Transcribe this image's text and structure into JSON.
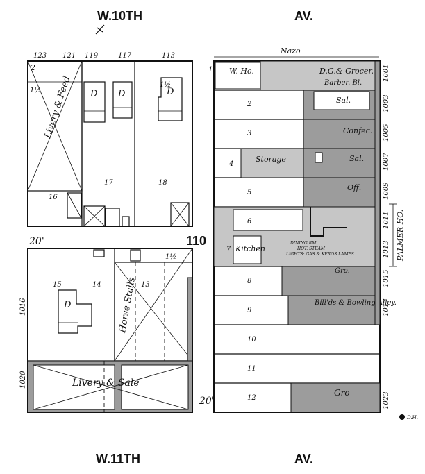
{
  "streets": {
    "top_left": "W.10TH",
    "top_right": "AV.",
    "bottom_left": "W.11TH",
    "bottom_right": "AV."
  },
  "block_number": "110",
  "street_widths": {
    "left": "20'",
    "right": "20'"
  },
  "surveyor_mark": "D.H.",
  "west_block": {
    "addresses_top": [
      "123",
      "121",
      "119",
      "117",
      "113"
    ],
    "lots": [
      "16",
      "17",
      "18",
      "15",
      "14",
      "13"
    ],
    "addresses_left": [
      "1016",
      "1020"
    ],
    "labels": {
      "livery_feed": "Livery & Feed",
      "horse_stalls": "Horse Stalls",
      "livery_sale": "Livery & Sale",
      "dwelling": "D"
    }
  },
  "east_block": {
    "top_label": "Nazo",
    "lots": [
      "1",
      "2",
      "3",
      "4",
      "5",
      "6",
      "7",
      "8",
      "9",
      "10",
      "11",
      "12"
    ],
    "addresses_right": [
      "1001",
      "1003",
      "1005",
      "1007",
      "1009",
      "1011",
      "1013",
      "1015",
      "1017",
      "1023"
    ],
    "side_label": "PALMER HO.",
    "labels": {
      "w_ho": "W. Ho.",
      "dg_grocer": "D.G.& Grocer.",
      "barber": "Barber. Bl.",
      "sal": "Sal.",
      "confec": "Confec.",
      "storage": "Storage",
      "off": "Off.",
      "kitchen": "Kitchen",
      "dining": "DINING RM",
      "heat": "HOT. STEAM",
      "lights": "LIGHTS: GAS & KEROS LAMPS",
      "gro": "Gro.",
      "billiards": "Bill'ds & Bowling Alley.",
      "gro2": "Gro"
    }
  }
}
